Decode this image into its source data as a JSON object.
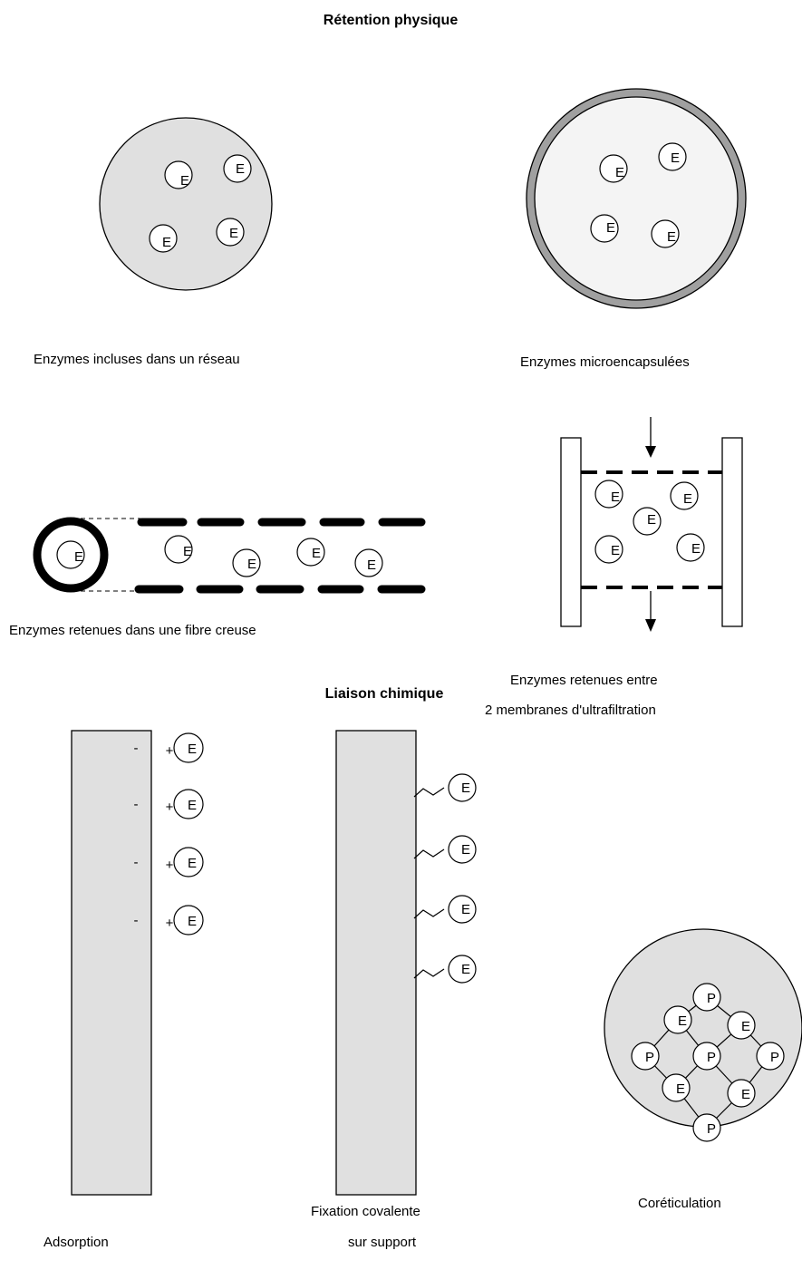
{
  "sections": {
    "physical": {
      "title": "Rétention physique",
      "captions": {
        "network": "Enzymes incluses dans un réseau",
        "microcapsule": "Enzymes microencapsulées",
        "hollow_fiber": "Enzymes retenues dans une fibre creuse",
        "ultrafiltration_line1": "Enzymes retenues entre",
        "ultrafiltration_line2": "2 membranes d'ultrafiltration"
      }
    },
    "chemical": {
      "title": "Liaison chimique",
      "captions": {
        "adsorption": "Adsorption",
        "covalent_line1": "Fixation covalente",
        "covalent_line2": "sur support",
        "crosslinking": "Coréticulation"
      }
    }
  },
  "glyphs": {
    "enzyme": "E",
    "polymer": "P",
    "minus": "-",
    "plus": "+"
  },
  "colors": {
    "support_fill": "#e0e0e0",
    "capsule_shell": "#a0a0a0",
    "capsule_inner": "#f4f4f4",
    "stroke": "#000000"
  }
}
